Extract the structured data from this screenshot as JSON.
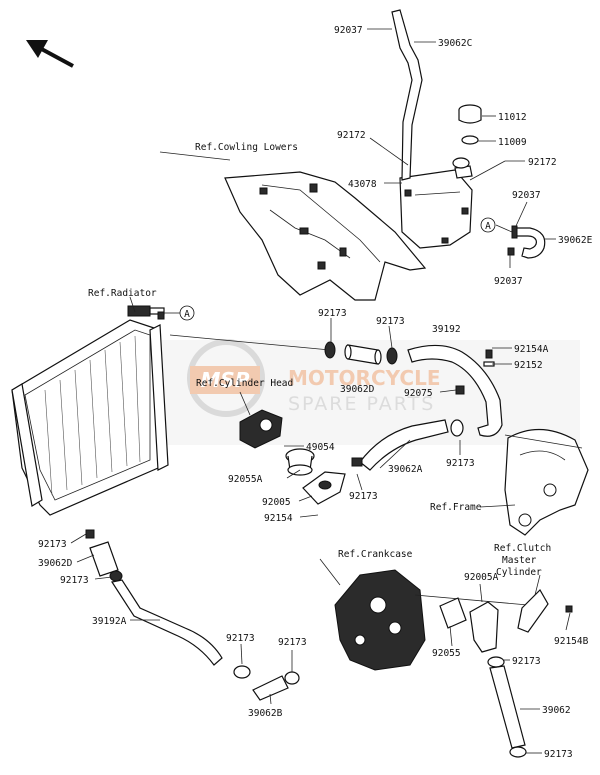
{
  "watermark": {
    "logo_text": "MSP",
    "line1": "MOTORCYCLE",
    "line2": "SPARE PARTS",
    "accent": "#e8a070",
    "gray": "#c8c8c8"
  },
  "refs": {
    "cowling_lowers": "Ref.Cowling Lowers",
    "radiator": "Ref.Radiator",
    "cylinder_head": "Ref.Cylinder Head",
    "frame": "Ref.Frame",
    "crankcase": "Ref.Crankcase",
    "clutch_line1": "Ref.Clutch",
    "clutch_line2": "Master",
    "clutch_line3": "Cylinder"
  },
  "callout": "A",
  "parts": {
    "p92037_top": "92037",
    "p39062C": "39062C",
    "p11012": "11012",
    "p11009": "11009",
    "p92172_left": "92172",
    "p92172_right": "92172",
    "p43078": "43078",
    "p92037_mid": "92037",
    "p39062E": "39062E",
    "p92037_bot": "92037",
    "p92173_a": "92173",
    "p92173_b": "92173",
    "p39192": "39192",
    "p92154A": "92154A",
    "p92152": "92152",
    "p39062D_mid": "39062D",
    "p92075": "92075",
    "p49054": "49054",
    "p92055A": "92055A",
    "p39062A": "39062A",
    "p92173_c": "92173",
    "p92005": "92005",
    "p92173_d": "92173",
    "p92154": "92154",
    "p92173_e": "92173",
    "p39062D_left": "39062D",
    "p92173_f": "92173",
    "p39192A": "39192A",
    "p92173_g": "92173",
    "p92173_h": "92173",
    "p39062B": "39062B",
    "p92005A": "92005A",
    "p92055": "92055",
    "p92154B": "92154B",
    "p92173_i": "92173",
    "p39062": "39062",
    "p92173_j": "92173"
  }
}
